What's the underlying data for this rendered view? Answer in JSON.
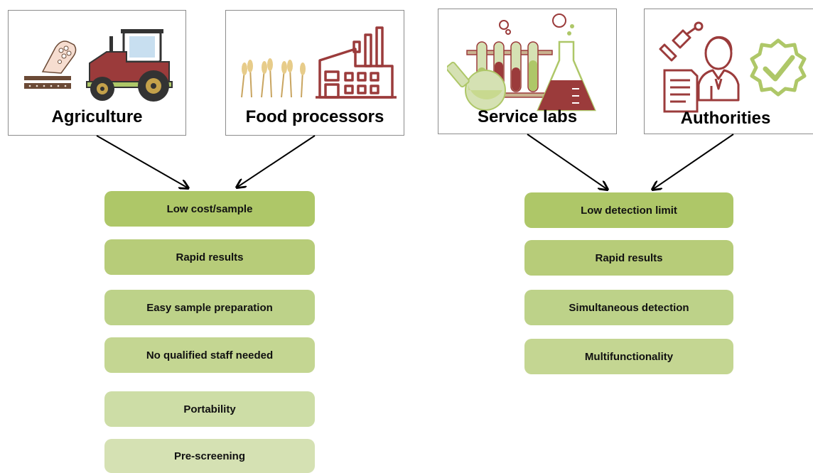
{
  "stakeholders": {
    "agriculture": "Agriculture",
    "food_processors": "Food processors",
    "service_labs": "Service labs",
    "authorities": "Authorities"
  },
  "left_requirements": [
    "Low cost/sample",
    "Rapid results",
    "Easy sample preparation",
    "No qualified staff needed",
    "Portability",
    "Pre-screening"
  ],
  "right_requirements": [
    "Low detection limit",
    "Rapid results",
    "Simultaneous detection",
    "Multifunctionality"
  ],
  "colors": {
    "maroon": "#9b3b3b",
    "green_strong": "#aec768",
    "green_mid": "#bdd289",
    "green_light": "#ccdca4",
    "green_pale": "#d5e1b3"
  }
}
